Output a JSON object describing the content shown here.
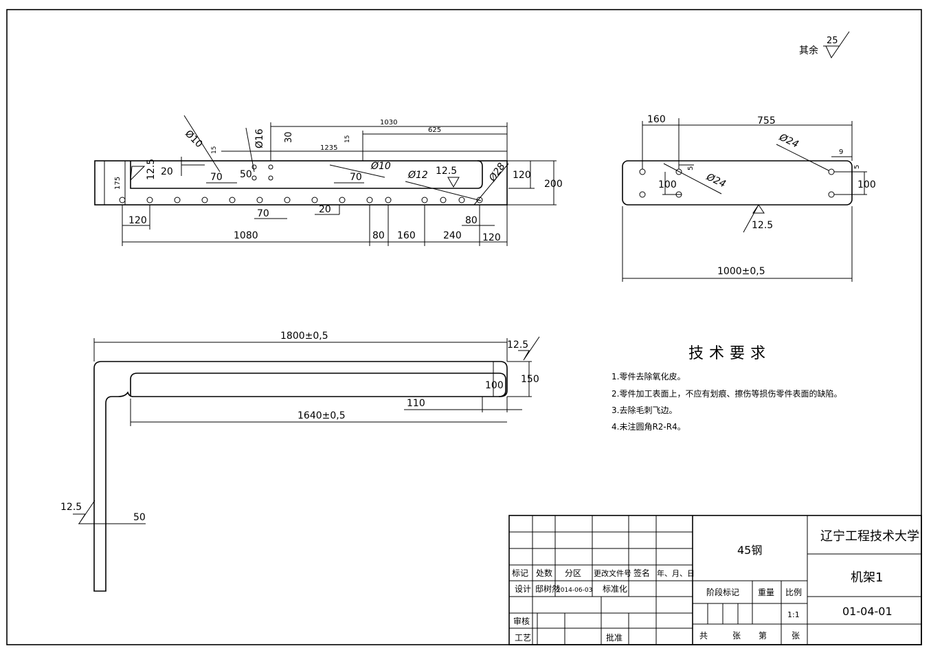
{
  "surface_note": {
    "prefix": "其余",
    "value": "25"
  },
  "top_view": {
    "dims": [
      "1030",
      "625",
      "1235",
      "15",
      "15",
      "30",
      "Ø10",
      "Ø16",
      "Ø10",
      "Ø12",
      "Ø28",
      "12.5",
      "12.5",
      "175",
      "20",
      "70",
      "50",
      "70",
      "20",
      "70",
      "120",
      "200",
      "120",
      "1080",
      "80",
      "160",
      "240",
      "80",
      "120"
    ]
  },
  "side_view": {
    "dims": [
      "160",
      "755",
      "Ø24",
      "Ø24",
      "9",
      "5",
      "5",
      "100",
      "100",
      "12.5",
      "1000±0,5"
    ]
  },
  "front_view": {
    "dims": [
      "1800±0,5",
      "12.5",
      "100",
      "150",
      "110",
      "1640±0,5",
      "12.5",
      "50"
    ]
  },
  "tech_requirements": {
    "title": "技术要求",
    "items": [
      "1.零件去除氧化皮。",
      "2.零件加工表面上，不应有划痕、擦伤等损伤零件表面的缺陷。",
      "3.去除毛刺飞边。",
      "4.未注圆角R2-R4。"
    ]
  },
  "title_block": {
    "material": "45钢",
    "school": "辽宁工程技术大学",
    "part_name": "机架1",
    "drawing_no": "01-04-01",
    "headers": [
      "标记",
      "处数",
      "分区",
      "更改文件号",
      "签名",
      "年、月、日"
    ],
    "design_label": "设计",
    "designer": "邸树然",
    "date": "2014-06-03",
    "standardization": "标准化",
    "review": "审核",
    "process": "工艺",
    "approve": "批准",
    "stage_mark": "阶段标记",
    "weight": "重量",
    "scale_label": "比例",
    "scale": "1:1",
    "total": "共",
    "sheets": "张",
    "sheet_no": "第",
    "sheets2": "张"
  }
}
